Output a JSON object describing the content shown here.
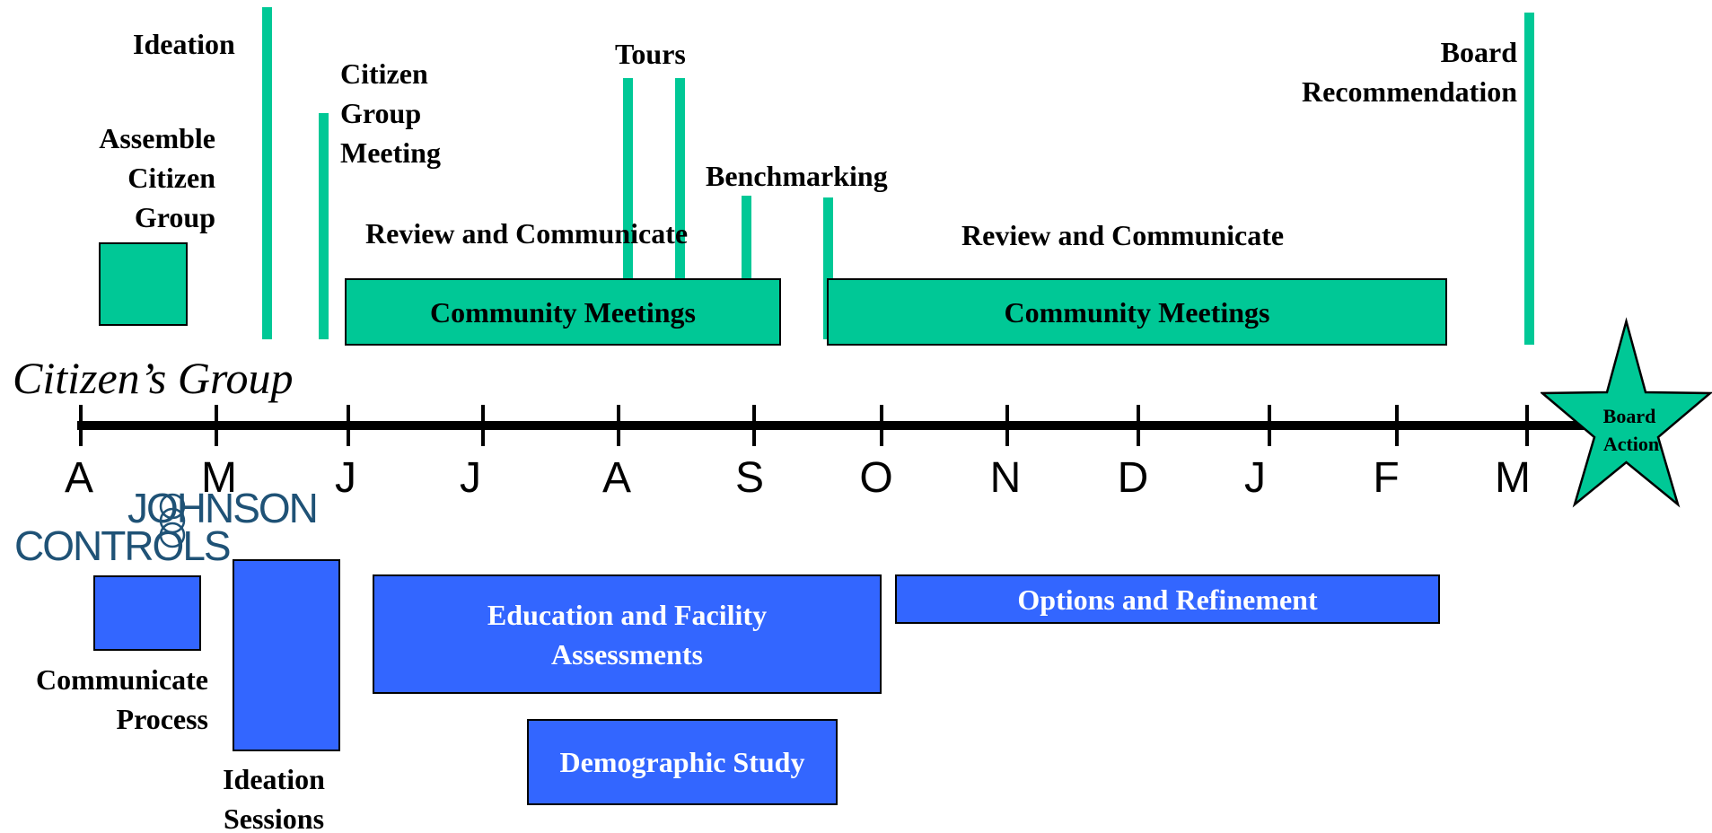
{
  "months": [
    "A",
    "M",
    "J",
    "J",
    "A",
    "S",
    "O",
    "N",
    "D",
    "J",
    "F",
    "M"
  ],
  "citizens_group": {
    "title": "Citizen’s Group",
    "assemble_label": [
      "Assemble",
      "Citizen",
      "Group"
    ],
    "ideation_label": "Ideation",
    "meeting_label": [
      "Citizen",
      "Group",
      "Meeting"
    ],
    "tours_label": "Tours",
    "benchmarking_label": "Benchmarking",
    "review_1": "Review and Communicate",
    "review_2": "Review and Communicate",
    "community_1": "Community Meetings",
    "community_2": "Community Meetings",
    "board_rec_label": [
      "Board",
      "Recommendation"
    ]
  },
  "milestone": {
    "line1": "Board",
    "line2": "Action"
  },
  "johnson_controls": {
    "logo_line1": "JOHNSON",
    "logo_line2": "CONTROLS",
    "communicate_label": [
      "Communicate",
      "Process"
    ],
    "ideation_sessions_label": [
      "Ideation",
      "Sessions"
    ],
    "education": [
      "Education and Facility",
      "Assessments"
    ],
    "options": "Options and Refinement",
    "demographic": "Demographic Study"
  },
  "colors": {
    "green": "#00c896",
    "blue": "#3366ff",
    "logo": "#1f5276"
  }
}
